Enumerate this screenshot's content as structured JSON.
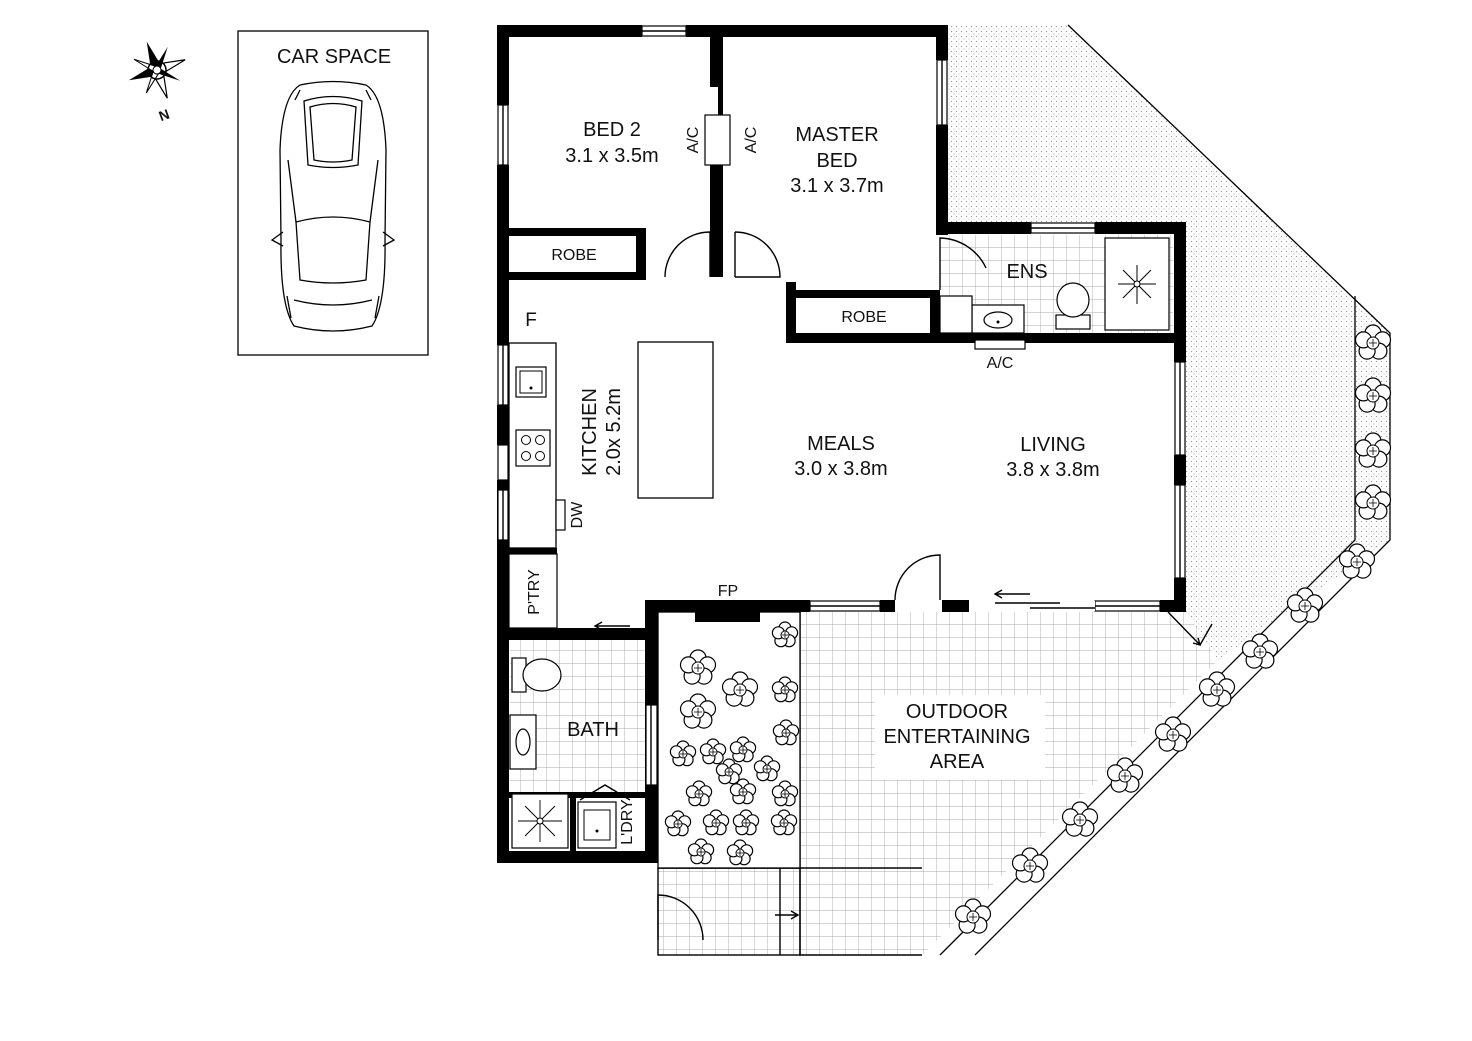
{
  "car_space": {
    "label": "CAR SPACE"
  },
  "compass": {
    "north_label": "N"
  },
  "rooms": {
    "bed2": {
      "name": "BED 2",
      "size": "3.1 x 3.5m"
    },
    "master": {
      "name_line1": "MASTER",
      "name_line2": "BED",
      "size": "3.1 x 3.7m"
    },
    "robe_bed2": "ROBE",
    "robe_master": "ROBE",
    "ensuite": "ENS",
    "kitchen": {
      "name": "KITCHEN",
      "size": "2.0x 5.2m"
    },
    "meals": {
      "name": "MEALS",
      "size": "3.0 x 3.8m"
    },
    "living": {
      "name": "LIVING",
      "size": "3.8 x 3.8m"
    },
    "pantry": "P'TRY",
    "bath": "BATH",
    "laundry": "L'DRY",
    "outdoor": {
      "line1": "OUTDOOR",
      "line2": "ENTERTAINING",
      "line3": "AREA"
    }
  },
  "fixtures": {
    "ac_bed2": "A/C",
    "ac_master": "A/C",
    "ac_ensuite": "A/C",
    "fridge": "F",
    "dishwasher": "DW",
    "fireplace": "FP"
  },
  "colors": {
    "wall": "#000000",
    "hatch": "#9a9a9a",
    "background": "#ffffff"
  }
}
